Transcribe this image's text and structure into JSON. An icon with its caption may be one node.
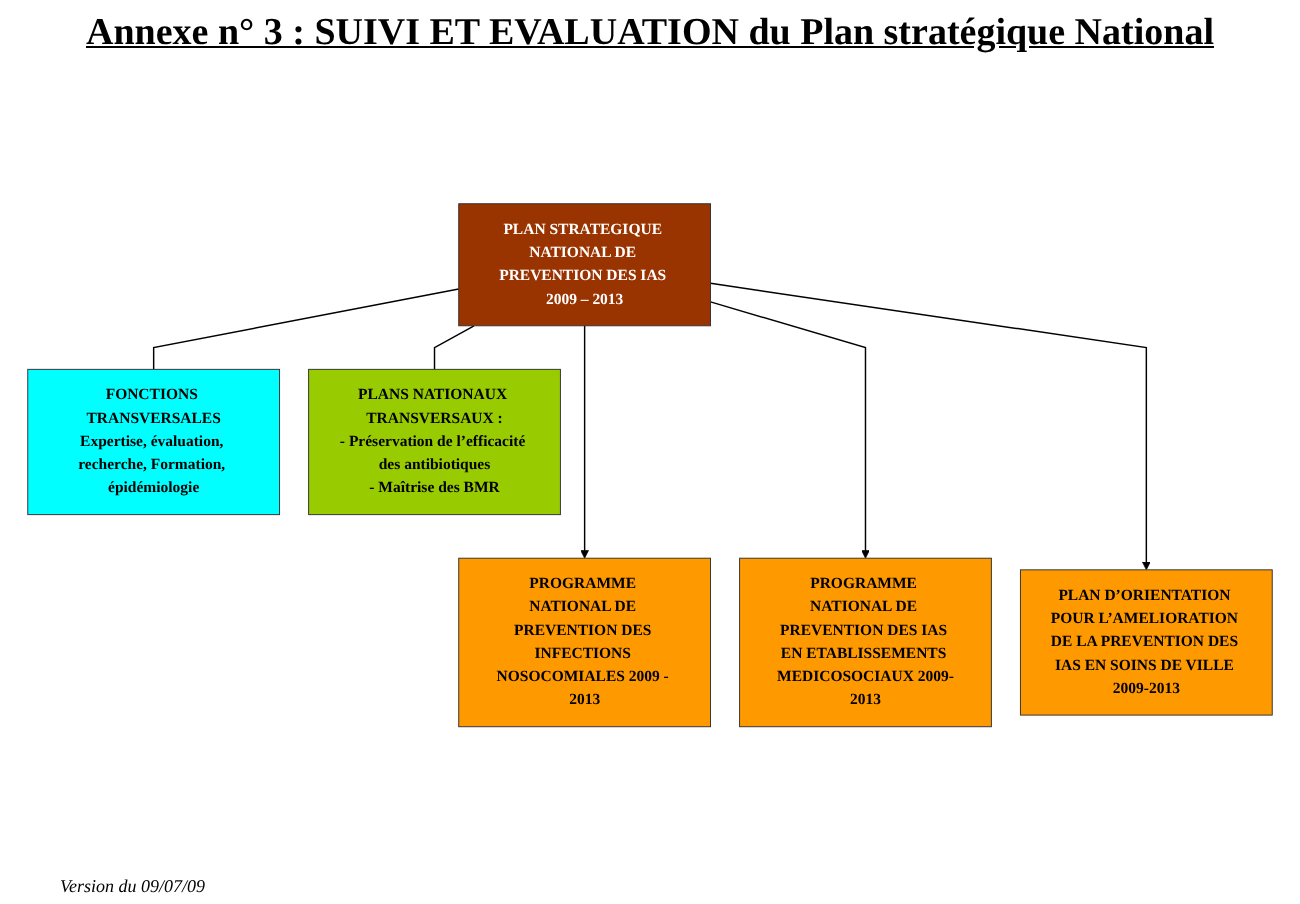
{
  "diagram": {
    "title": "Annexe n° 3 : SUIVI ET EVALUATION du Plan stratégique National",
    "nodes": [
      {
        "text": [
          "PLAN STRATEGIQUE NATIONAL DE PREVENTION DES IAS 2009 – 2013"
        ]
      },
      {
        "text": [
          "FONCTIONS TRANSVERSALES",
          "Expertise, évaluation, recherche, Formation, épidémiologie"
        ]
      },
      {
        "text": [
          "PLANS NATIONAUX TRANSVERSAUX :",
          "- Préservation de l’efficacité des antibiotiques",
          "- Maîtrise des BMR"
        ]
      },
      {
        "text": [
          "PROGRAMME NATIONAL DE PREVENTION DES INFECTIONS NOSOCOMIALES 2009 - 2013"
        ]
      },
      {
        "text": [
          "PROGRAMME NATIONAL DE PREVENTION DES IAS EN ETABLISSEMENTS MEDICOSOCIAUX 2009-2013"
        ]
      },
      {
        "text": [
          "PLAN D’ORIENTATION POUR L’AMELIORATION DE LA PREVENTION DES IAS EN SOINS DE VILLE 2009-2013"
        ]
      }
    ],
    "edges": [
      {
        "from": 0,
        "to": 1,
        "arrow": "none"
      },
      {
        "from": 0,
        "to": 2,
        "arrow": "none"
      },
      {
        "from": 0,
        "to": 3,
        "arrow": "to"
      },
      {
        "from": 0,
        "to": 4,
        "arrow": "to"
      },
      {
        "from": 0,
        "to": 5,
        "arrow": "to"
      }
    ],
    "labels": [
      "Version du 09/07/09"
    ]
  }
}
